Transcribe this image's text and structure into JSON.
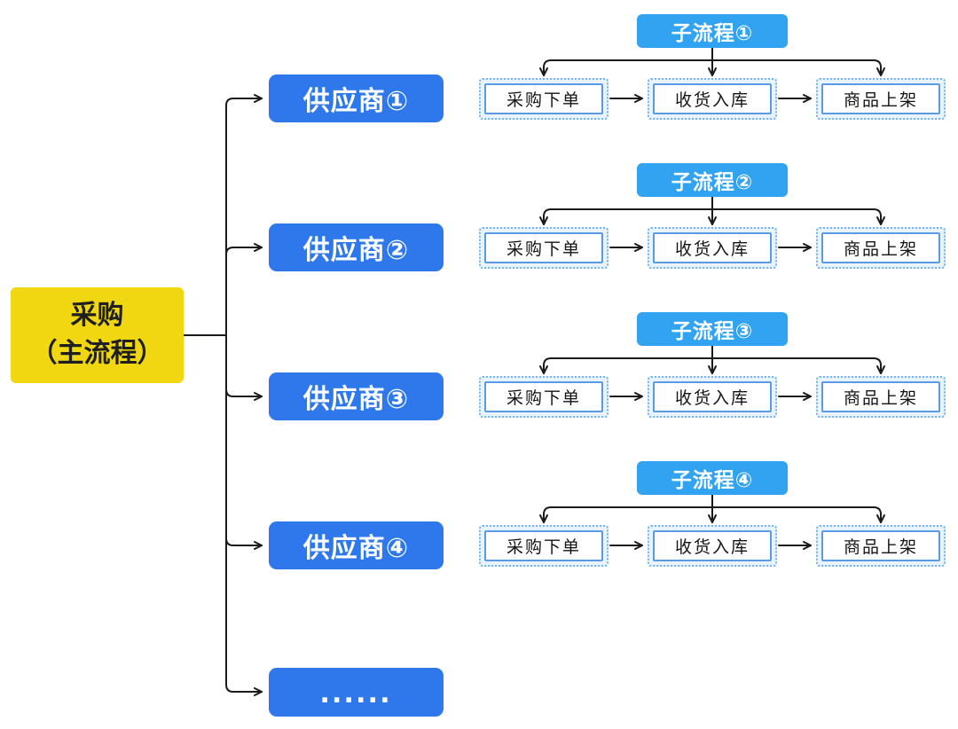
{
  "main_node": {
    "line1": "采购",
    "line2": "（主流程）"
  },
  "suppliers": [
    {
      "label": "供应商①"
    },
    {
      "label": "供应商②"
    },
    {
      "label": "供应商③"
    },
    {
      "label": "供应商④"
    },
    {
      "label": "......"
    }
  ],
  "groups": [
    {
      "header": "子流程①",
      "steps": [
        "采购下单",
        "收货入库",
        "商品上架"
      ]
    },
    {
      "header": "子流程②",
      "steps": [
        "采购下单",
        "收货入库",
        "商品上架"
      ]
    },
    {
      "header": "子流程③",
      "steps": [
        "采购下单",
        "收货入库",
        "商品上架"
      ]
    },
    {
      "header": "子流程④",
      "steps": [
        "采购下单",
        "收货入库",
        "商品上架"
      ]
    }
  ],
  "colors": {
    "main-yellow": "#F0D712",
    "supplier-blue": "#2E78EC",
    "subflow-blue": "#31A3F0",
    "step-border": "#5B9BE6",
    "step-dotted": "#70B3EF",
    "step-bg": "#E9F3FD",
    "line": "#1A1A1A"
  }
}
